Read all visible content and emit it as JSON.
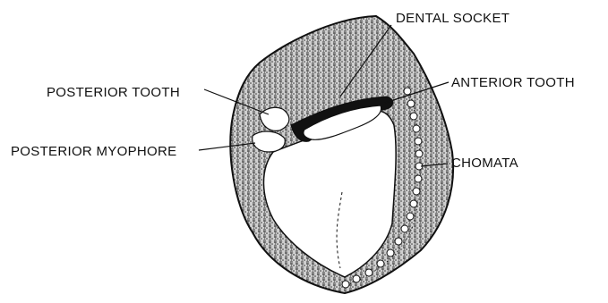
{
  "diagram": {
    "labels": {
      "dental_socket": "DENTAL SOCKET",
      "anterior_tooth": "ANTERIOR TOOTH",
      "posterior_tooth": "POSTERIOR TOOTH",
      "posterior_myophore": "POSTERIOR MYOPHORE",
      "chomata": "CHOMATA"
    },
    "colors": {
      "ink": "#111111",
      "shell_fill": "#bdbdbd",
      "interior": "#ffffff"
    }
  }
}
